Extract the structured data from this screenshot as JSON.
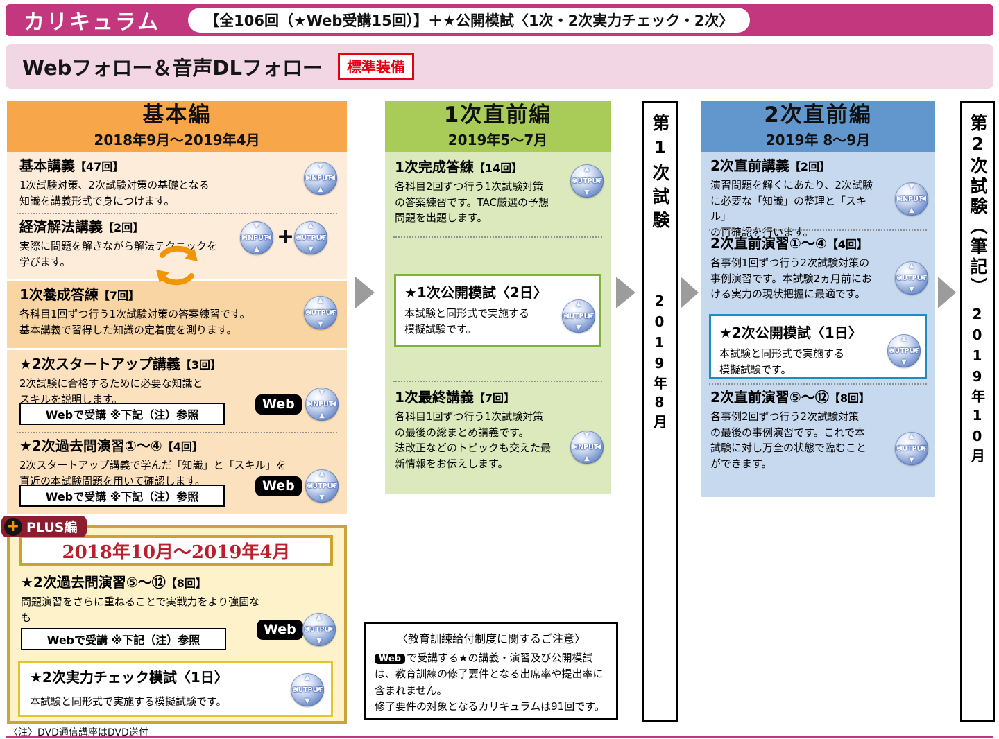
{
  "colors": {
    "brand_pink": "#c2377d",
    "accent_red": "#e50012",
    "basic_orange": "#f7a74a",
    "green": "#a9cb57",
    "blue": "#6297ce",
    "gold": "#c9a43c",
    "io_blue": "#3a5fae",
    "plus_dark_red": "#8c1c30"
  },
  "header": {
    "title": "カリキュラム",
    "subtitle": "【全106回（★Web受講15回）】＋★公開模試〈1次・2次実力チェック・2次〉"
  },
  "follow_bar": {
    "title": "Webフォロー＆音声DLフォロー",
    "badge": "標準装備"
  },
  "icons": {
    "input": "INPUT",
    "output": "OUTPUT",
    "web": "Web",
    "plus": "+"
  },
  "labels": {
    "web_course": "Webで受講 ※下記（注）参照"
  },
  "basic": {
    "title": "基本編",
    "period": "2018年9月〜2019年4月",
    "items": [
      {
        "title": "基本講義",
        "count": "【47回】",
        "desc": "1次試験対策、2次試験対策の基礎となる\n知識を講義形式で身につけます。"
      },
      {
        "title": "経済解法講義",
        "count": "【2回】",
        "desc": "実際に問題を解きながら解法テクニックを\n学びます。"
      },
      {
        "title": "1次養成答練",
        "count": "【7回】",
        "desc": "各科目1回ずつ行う1次試験対策の答案練習です。\n基本講義で習得した知識の定着度を測ります。"
      },
      {
        "title": "★2次スタートアップ講義",
        "count": "【3回】",
        "desc": "2次試験に合格するために必要な知識と\nスキルを説明します。"
      },
      {
        "title": "★2次過去問演習①〜④",
        "count": "【4回】",
        "desc": "2次スタートアップ講義で学んだ「知識」と「スキル」を\n直近の本試験問題を用いて確認します。"
      }
    ]
  },
  "plus": {
    "label": "PLUS編",
    "period": "2018年10月〜2019年4月",
    "exercise": {
      "title": "★2次過去問演習⑤〜⑫",
      "count": "【8回】",
      "desc": "問題演習をさらに重ねることで実戦力をより強固なも\nのとします。"
    },
    "mock": {
      "title": "★2次実力チェック模試〈1日〉",
      "desc": "本試験と同形式で実施する模擬試験です。"
    }
  },
  "first_prep": {
    "title": "1次直前編",
    "period": "2019年5〜7月",
    "items": [
      {
        "title": "1次完成答練",
        "count": "【14回】",
        "desc": "各科目2回ずつ行う1次試験対策\nの答案練習です。TAC厳選の予想\n問題を出題します。"
      },
      {
        "title": "★1次公開模試〈2日〉",
        "desc": "本試験と同形式で実施する\n模擬試験です。"
      },
      {
        "title": "1次最終講義",
        "count": "【7回】",
        "desc": "各科目1回ずつ行う1次試験対策\nの最後の総まとめ講義です。\n法改正などのトピックも交えた最\n新情報をお伝えします。"
      }
    ]
  },
  "second_prep": {
    "title": "2次直前編",
    "period": "2019年 8〜9月",
    "items": [
      {
        "title": "2次直前講義",
        "count": "【2回】",
        "desc": "演習問題を解くにあたり、2次試験\nに必要な「知識」の整理と「スキル」\nの再確認を行います。"
      },
      {
        "title": "2次直前演習①〜④",
        "count": "【4回】",
        "desc": "各事例1回ずつ行う2次試験対策の\n事例演習です。本試験2ヵ月前にお\nける実力の現状把握に最適です。"
      },
      {
        "title": "★2次公開模試〈1日〉",
        "desc": "本試験と同形式で実施する\n模擬試験です。"
      },
      {
        "title": "2次直前演習⑤〜⑫",
        "count": "【8回】",
        "desc": "各事例2回ずつ行う2次試験対策\nの最後の事例演習です。これで本\n試験に対し万全の状態で臨むこと\nができます。"
      }
    ]
  },
  "exam1": {
    "title": "第1次試験",
    "date": "2019年8月"
  },
  "exam2": {
    "title": "第2次試験（筆記）",
    "date": "2019年10月"
  },
  "notice": {
    "title": "〈教育訓練給付制度に関するご注意〉",
    "body": "で受講する★の講義・演習及び公開模試は、教育訓練の修了要件となる出席率や提出率に含まれません。",
    "body2": "修了要件の対象となるカリキュラムは91回です。"
  },
  "footer_note": "〈注〉DVD通信講座はDVD送付"
}
